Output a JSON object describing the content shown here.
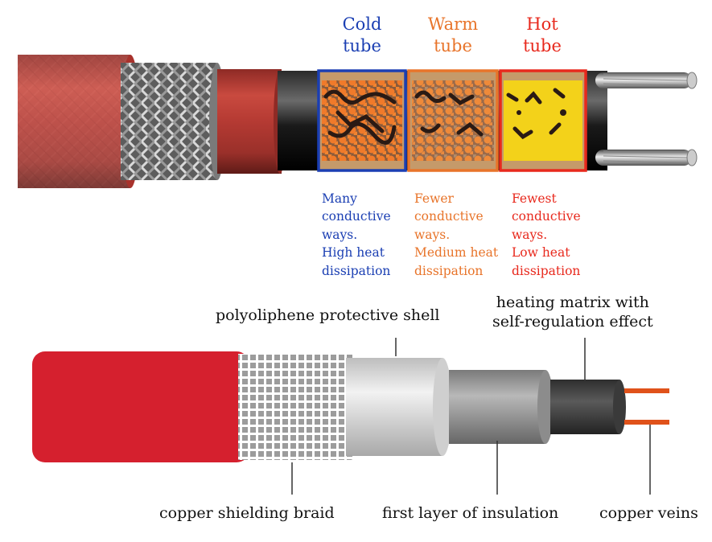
{
  "colors": {
    "cold": "#1b3fb3",
    "warm": "#e8742a",
    "hot": "#e8291d",
    "jacket": "#c93a33",
    "shell_red": "#d5202e"
  },
  "zones": [
    {
      "title_line1": "Cold",
      "title_line2": "tube",
      "desc": [
        "Many",
        "conductive",
        "ways.",
        "High heat",
        "dissipation"
      ]
    },
    {
      "title_line1": "Warm",
      "title_line2": "tube",
      "desc": [
        "Fewer",
        "conductive",
        "ways.",
        "Medium heat",
        "dissipation"
      ]
    },
    {
      "title_line1": "Hot",
      "title_line2": "tube",
      "desc": [
        "Fewest",
        "conductive",
        "ways.",
        "Low heat",
        "dissipation"
      ]
    }
  ],
  "callouts": {
    "shell": "polyoliphene protective shell",
    "matrix_line1": "heating matrix with",
    "matrix_line2": "self-regulation effect",
    "braid": "copper shielding braid",
    "insulation": "first layer of insulation",
    "veins": "copper veins"
  }
}
